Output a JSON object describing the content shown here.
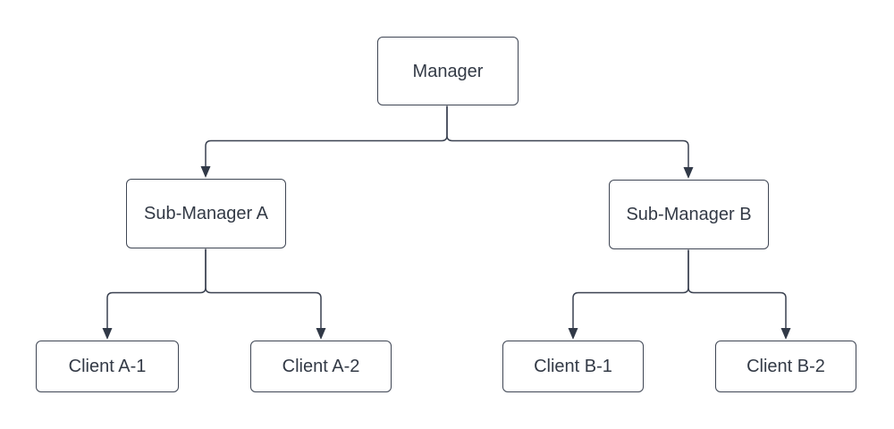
{
  "diagram": {
    "type": "org-chart",
    "background_color": "#ffffff",
    "node_fill_color": "#ffffff",
    "node_border_color": "#3f4654",
    "connector_color": "#3a4150",
    "arrowhead_color": "#313947",
    "text_color": "#333a46",
    "nodes": {
      "manager": {
        "label": "Manager"
      },
      "sub_a": {
        "label": "Sub-Manager A"
      },
      "sub_b": {
        "label": "Sub-Manager B"
      },
      "client_a1": {
        "label": "Client A-1"
      },
      "client_a2": {
        "label": "Client A-2"
      },
      "client_b1": {
        "label": "Client B-1"
      },
      "client_b2": {
        "label": "Client B-2"
      }
    },
    "edges": [
      {
        "from": "Manager",
        "to": "Sub-Manager A",
        "style": "elbow",
        "arrow": "filled-triangle"
      },
      {
        "from": "Manager",
        "to": "Sub-Manager B",
        "style": "elbow",
        "arrow": "filled-triangle"
      },
      {
        "from": "Sub-Manager A",
        "to": "Client A-1",
        "style": "elbow",
        "arrow": "filled-triangle"
      },
      {
        "from": "Sub-Manager A",
        "to": "Client A-2",
        "style": "elbow",
        "arrow": "filled-triangle"
      },
      {
        "from": "Sub-Manager B",
        "to": "Client B-1",
        "style": "elbow",
        "arrow": "filled-triangle"
      },
      {
        "from": "Sub-Manager B",
        "to": "Client B-2",
        "style": "elbow",
        "arrow": "filled-triangle"
      }
    ]
  }
}
